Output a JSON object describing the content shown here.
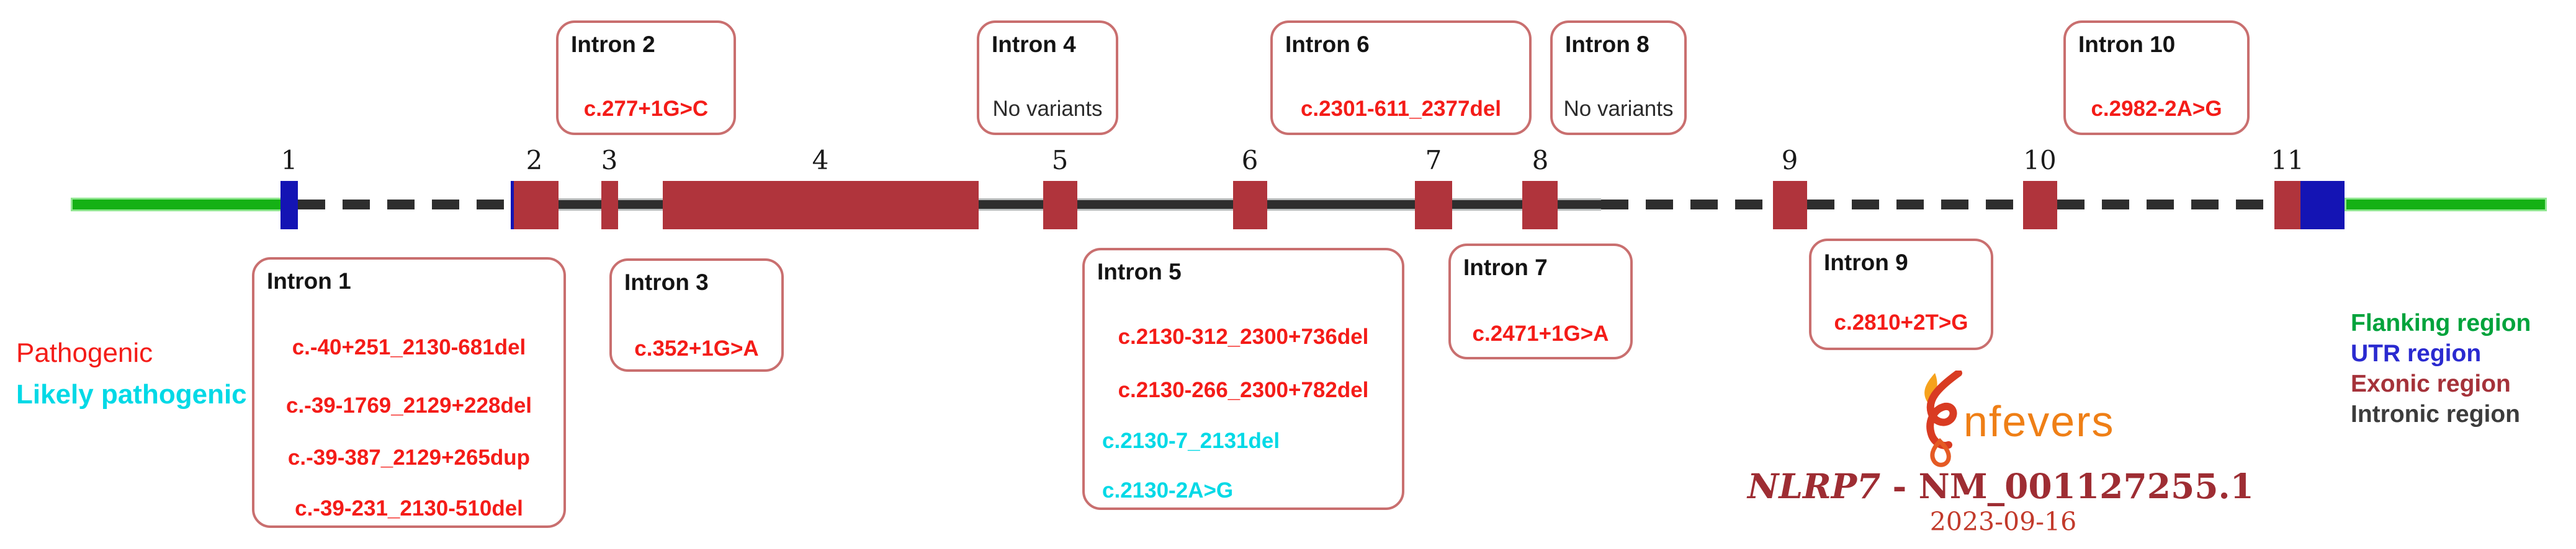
{
  "legend_left": {
    "pathogenic": "Pathogenic",
    "likely_pathogenic": "Likely pathogenic"
  },
  "legend_right": {
    "flanking": "Flanking region",
    "utr": "UTR region",
    "exonic": "Exonic region",
    "intronic": "Intronic region"
  },
  "colors": {
    "pathogenic_text": "#f41c18",
    "likely_pathogenic_text": "#00d9e6",
    "flanking_region": "#00a33c",
    "utr_region": "#1414b4",
    "exonic_region": "#b0343c",
    "intronic_region": "#2e2e2e",
    "box_border": "#c96f6f",
    "logo_orange": "#ef7f16",
    "title_red": "#9e2d33"
  },
  "exon_labels": [
    "1",
    "2",
    "3",
    "4",
    "5",
    "6",
    "7",
    "8",
    "9",
    "10",
    "11"
  ],
  "intron_boxes": {
    "intron1": {
      "title": "Intron 1",
      "variants": [
        "c.-40+251_2130-681del",
        "c.-39-1769_2129+228del",
        "c.-39-387_2129+265dup",
        "c.-39-231_2130-510del"
      ]
    },
    "intron2": {
      "title": "Intron 2",
      "variants": [
        "c.277+1G>C"
      ]
    },
    "intron3": {
      "title": "Intron 3",
      "variants": [
        "c.352+1G>A"
      ]
    },
    "intron4": {
      "title": "Intron 4",
      "no_variants": "No variants"
    },
    "intron5": {
      "title": "Intron 5",
      "variants": [
        "c.2130-312_2300+736del",
        "c.2130-266_2300+782del",
        "c.2130-7_2131del",
        "c.2130-2A>G"
      ]
    },
    "intron6": {
      "title": "Intron 6",
      "variants": [
        "c.2301-611_2377del"
      ]
    },
    "intron7": {
      "title": "Intron 7",
      "variants": [
        "c.2471+1G>A"
      ]
    },
    "intron8": {
      "title": "Intron 8",
      "no_variants": "No variants"
    },
    "intron9": {
      "title": "Intron 9",
      "variants": [
        "c.2810+2T>G"
      ]
    },
    "intron10": {
      "title": "Intron 10",
      "variants": [
        "c.2982-2A>G"
      ]
    }
  },
  "footer": {
    "logo_text": "nfevers",
    "gene_name": "NLRP7",
    "separator": " - ",
    "transcript": "NM_001127255.1",
    "date": "2023-09-16"
  }
}
